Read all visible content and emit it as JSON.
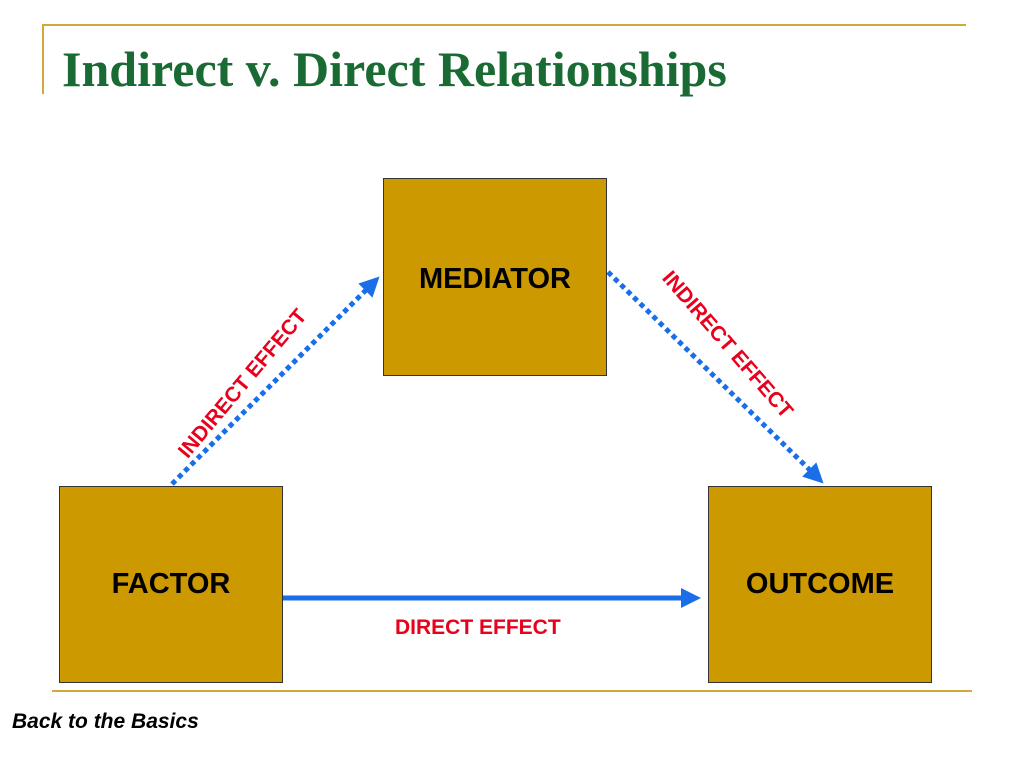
{
  "slide": {
    "title": "Indirect v. Direct Relationships",
    "footer": "Back to the Basics"
  },
  "diagram": {
    "nodes": {
      "mediator": "MEDIATOR",
      "factor": "FACTOR",
      "outcome": "OUTCOME"
    },
    "edges": {
      "factor_to_mediator": "INDIRECT EFFECT",
      "mediator_to_outcome": "INDIRECT EFFECT",
      "factor_to_outcome": "DIRECT EFFECT"
    }
  },
  "colors": {
    "title": "#1a6a34",
    "box_fill": "#cc9900",
    "arrow": "#1a6ee8",
    "effect_label": "#e8001c",
    "rule": "#d4a73c"
  }
}
